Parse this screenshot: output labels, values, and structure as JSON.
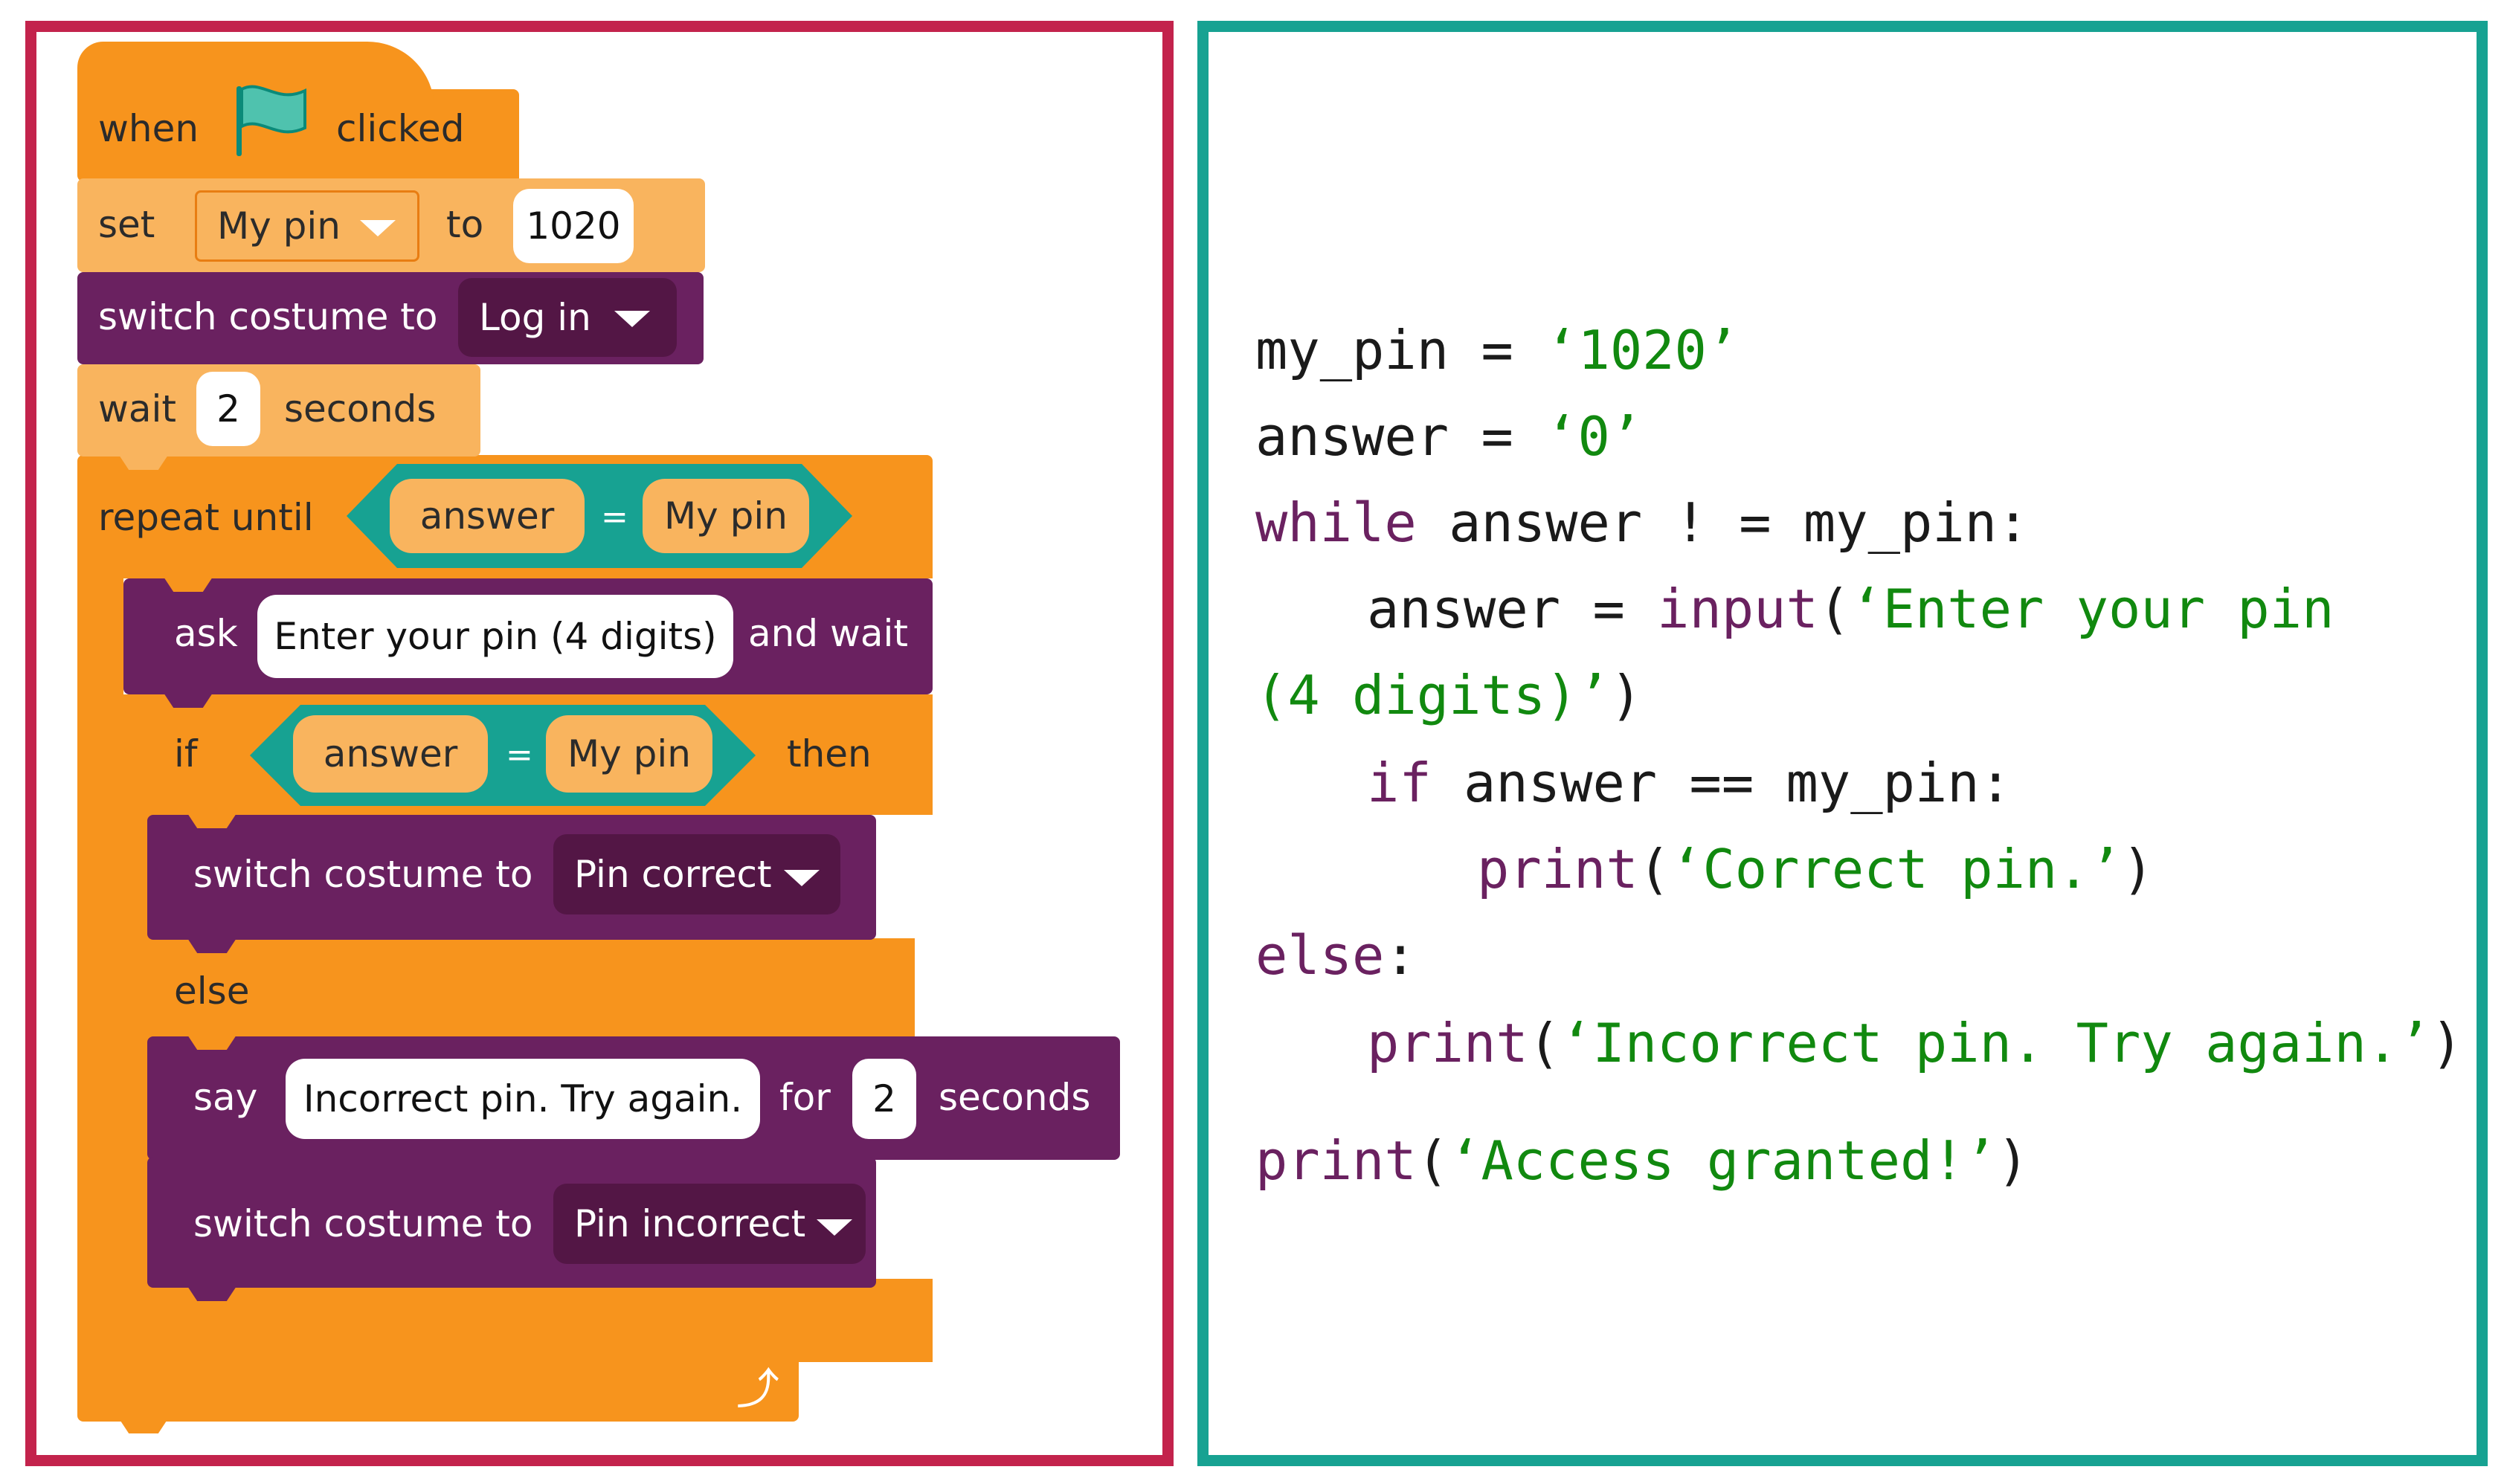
{
  "blocks": {
    "when": "when",
    "clicked": "clicked",
    "set": "set",
    "set_var": "My pin",
    "to": "to",
    "set_value": "1020",
    "switch_costume": "switch costume to",
    "costume_login": "Log in",
    "wait": "wait",
    "wait_value": "2",
    "seconds": "seconds",
    "repeat_until": "repeat until",
    "answer": "answer",
    "equals": "=",
    "my_pin": "My pin",
    "ask": "ask",
    "ask_text": "Enter your pin (4 digits)",
    "and_wait": "and wait",
    "if": "if",
    "then": "then",
    "costume_correct": "Pin correct",
    "else": "else",
    "say": "say",
    "say_text": "Incorrect pin. Try again.",
    "for": "for",
    "say_value": "2",
    "costume_incorrect": "Pin incorrect",
    "loop_arrow": "⤴"
  },
  "code": {
    "l1_name": "my_pin",
    "l1_op": " = ",
    "l1_str": "‘1020’",
    "l2_name": "answer",
    "l2_op": " = ",
    "l2_str": "‘0’",
    "l3_kw": "while",
    "l3_rest": " answer ! = my_pin:",
    "l4_name": "answer",
    "l4_op": " = ",
    "l4_kw": "input",
    "l4_paren": "(",
    "l4_str": "‘Enter your pin",
    "l5_str": "(4 digits)’",
    "l5_paren": ")",
    "l6_kw": "if",
    "l6_rest": " answer == my_pin:",
    "l7_kw": "print",
    "l7_paren_open": "(",
    "l7_str": "‘Correct pin.’",
    "l7_paren_close": ")",
    "l8_kw": "else",
    "l8_colon": ":",
    "l9_kw": "print",
    "l9_paren_open": "(",
    "l9_str": "‘Incorrect pin. Try again.’",
    "l9_paren_close": ")",
    "l10_kw": "print",
    "l10_paren_open": "(",
    "l10_str": "‘Access granted!’",
    "l10_paren_close": ")"
  },
  "colors": {
    "left_frame": "#c3234c",
    "right_frame": "#17a292",
    "events": "#f7941d",
    "variables": "#f9b45e",
    "looks": "#6a2160",
    "operators": "#17a292",
    "keyword": "#6a2160",
    "string": "#11890f"
  },
  "icons": [
    "green-flag-icon",
    "dropdown-arrow-icon",
    "loop-arrow-icon"
  ]
}
